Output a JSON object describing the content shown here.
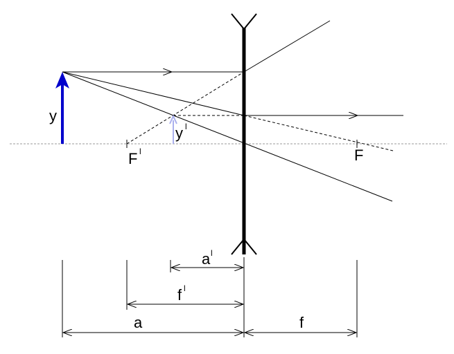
{
  "diagram": {
    "type": "diverging-lens-ray-diagram",
    "labels": {
      "object": "y",
      "image": "y",
      "image_prime": "l",
      "focal_left": "F",
      "focal_left_prime": "l",
      "focal_right": "F",
      "dim_image_distance": "a",
      "dim_image_distance_prime": "l",
      "dim_focal_left": "f",
      "dim_focal_left_prime": "l",
      "dim_object_distance": "a",
      "dim_focal_right": "f"
    },
    "colors": {
      "object_arrow": "#0000cc",
      "image_arrow": "#aab0ee",
      "axis": "#999999",
      "lens": "#000000",
      "rays": "#000000"
    }
  }
}
